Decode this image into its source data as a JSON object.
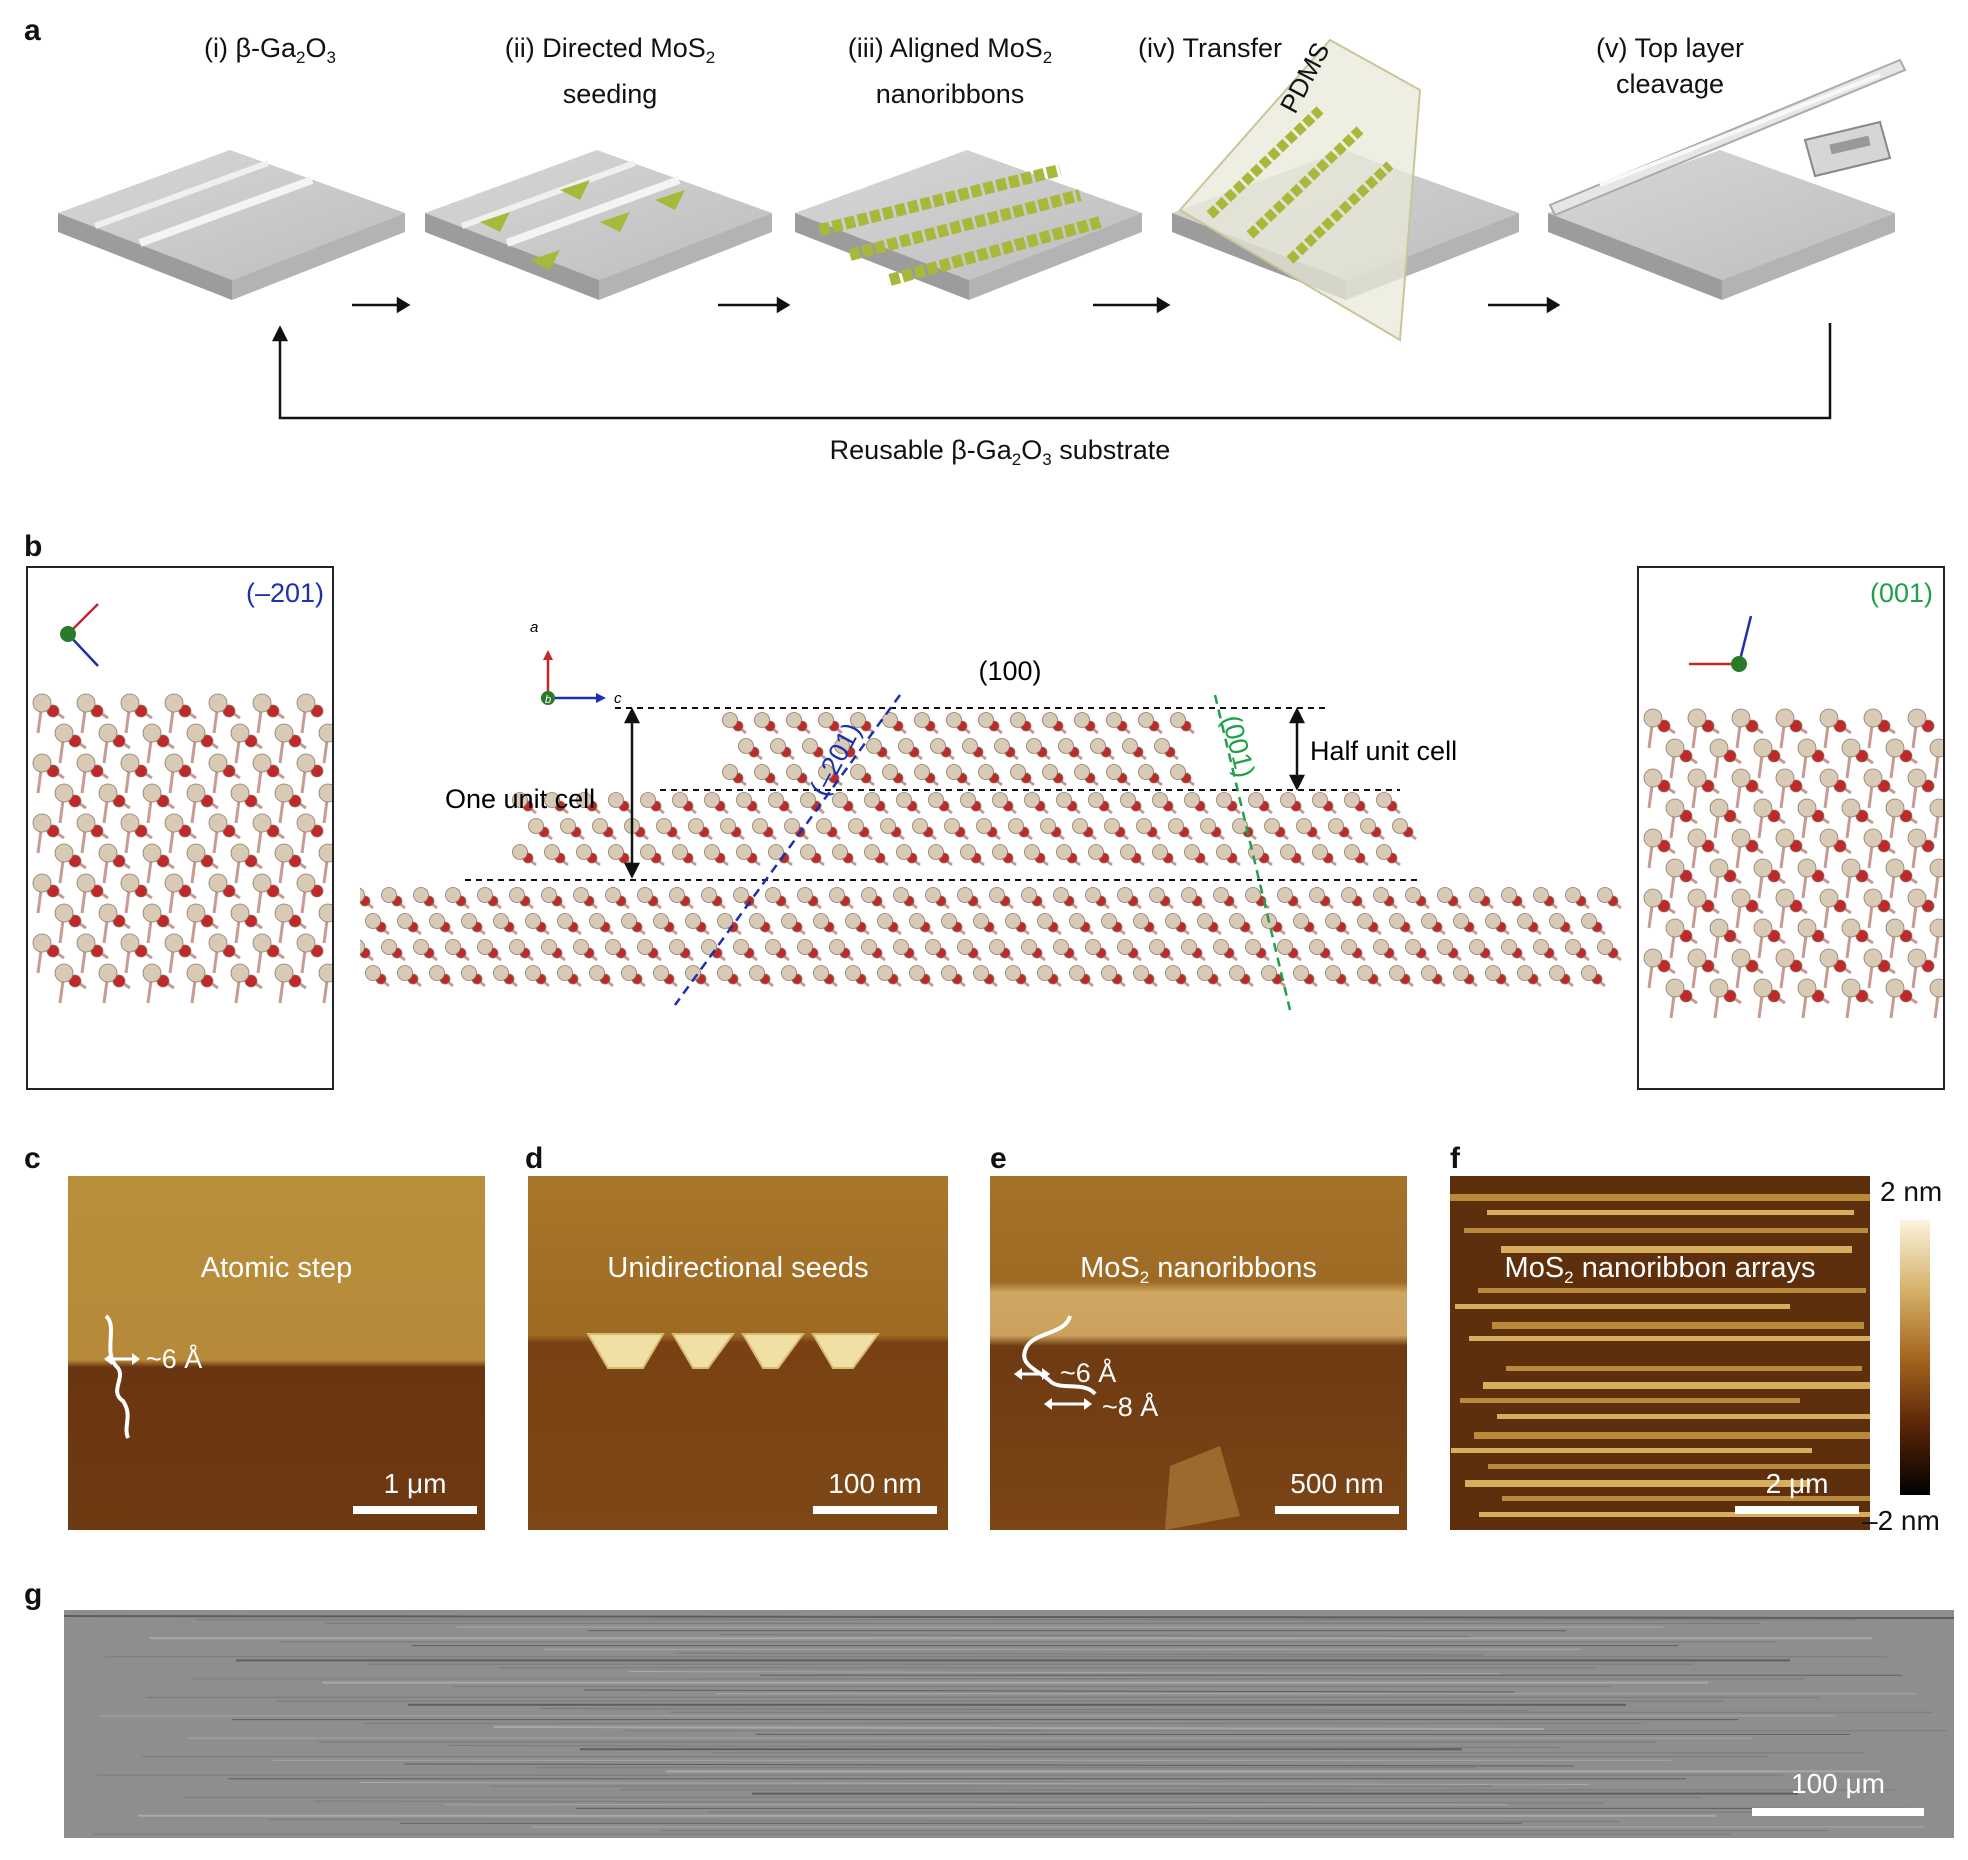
{
  "panel_letters": {
    "a": "a",
    "b": "b",
    "c": "c",
    "d": "d",
    "e": "e",
    "f": "f",
    "g": "g"
  },
  "panel_a": {
    "steps": [
      {
        "prefix": "(i) β-Ga",
        "sub1": "2",
        "mid": "O",
        "sub2": "3",
        "line2": ""
      },
      {
        "prefix": "(ii) Directed MoS",
        "sub1": "2",
        "mid": "",
        "sub2": "",
        "line2": "seeding"
      },
      {
        "prefix": "(iii) Aligned MoS",
        "sub1": "2",
        "mid": "",
        "sub2": "",
        "line2": "nanoribbons"
      },
      {
        "prefix": "(iv) Transfer",
        "sub1": "",
        "mid": "",
        "sub2": "",
        "line2": ""
      },
      {
        "prefix": "(v) Top layer",
        "sub1": "",
        "mid": "",
        "sub2": "",
        "line2": "cleavage"
      }
    ],
    "pdms_label": "PDMS",
    "reuse_prefix": "Reusable β-Ga",
    "reuse_sub1": "2",
    "reuse_mid": "O",
    "reuse_sub2": "3",
    "reuse_suffix": " substrate"
  },
  "panel_b": {
    "left_plane": "(–201)",
    "right_plane": "(001)",
    "center_top_plane": "(100)",
    "blue_line_label": "(–201)",
    "green_line_label": "(001)",
    "one_unit_cell": "One unit cell",
    "half_unit_cell": "Half unit cell",
    "axes": {
      "a": "a",
      "b": "b",
      "c": "c"
    }
  },
  "panel_c": {
    "title": "Atomic step",
    "annotation": "~6 Å",
    "scale": "1 μm"
  },
  "panel_d": {
    "title": "Unidirectional seeds",
    "scale": "100 nm"
  },
  "panel_e": {
    "title_prefix": "MoS",
    "title_sub": "2",
    "title_suffix": " nanoribbons",
    "annotation1": "~6 Å",
    "annotation2": "~8 Å",
    "scale": "500 nm"
  },
  "panel_f": {
    "title_prefix": "MoS",
    "title_sub": "2",
    "title_suffix": " nanoribbon arrays",
    "scale": "2 μm",
    "colorbar_max": "2 nm",
    "colorbar_min": "–2 nm"
  },
  "panel_g": {
    "scale": "100 μm"
  },
  "colors": {
    "oxygen": "#c0282a",
    "gallium": "#d9cab6",
    "blue_plane": "#1c2fb0",
    "green_plane": "#1fa049",
    "mos2": "#a8b83a",
    "afm_dark": "#5a2d08",
    "afm_light": "#b9892e"
  }
}
